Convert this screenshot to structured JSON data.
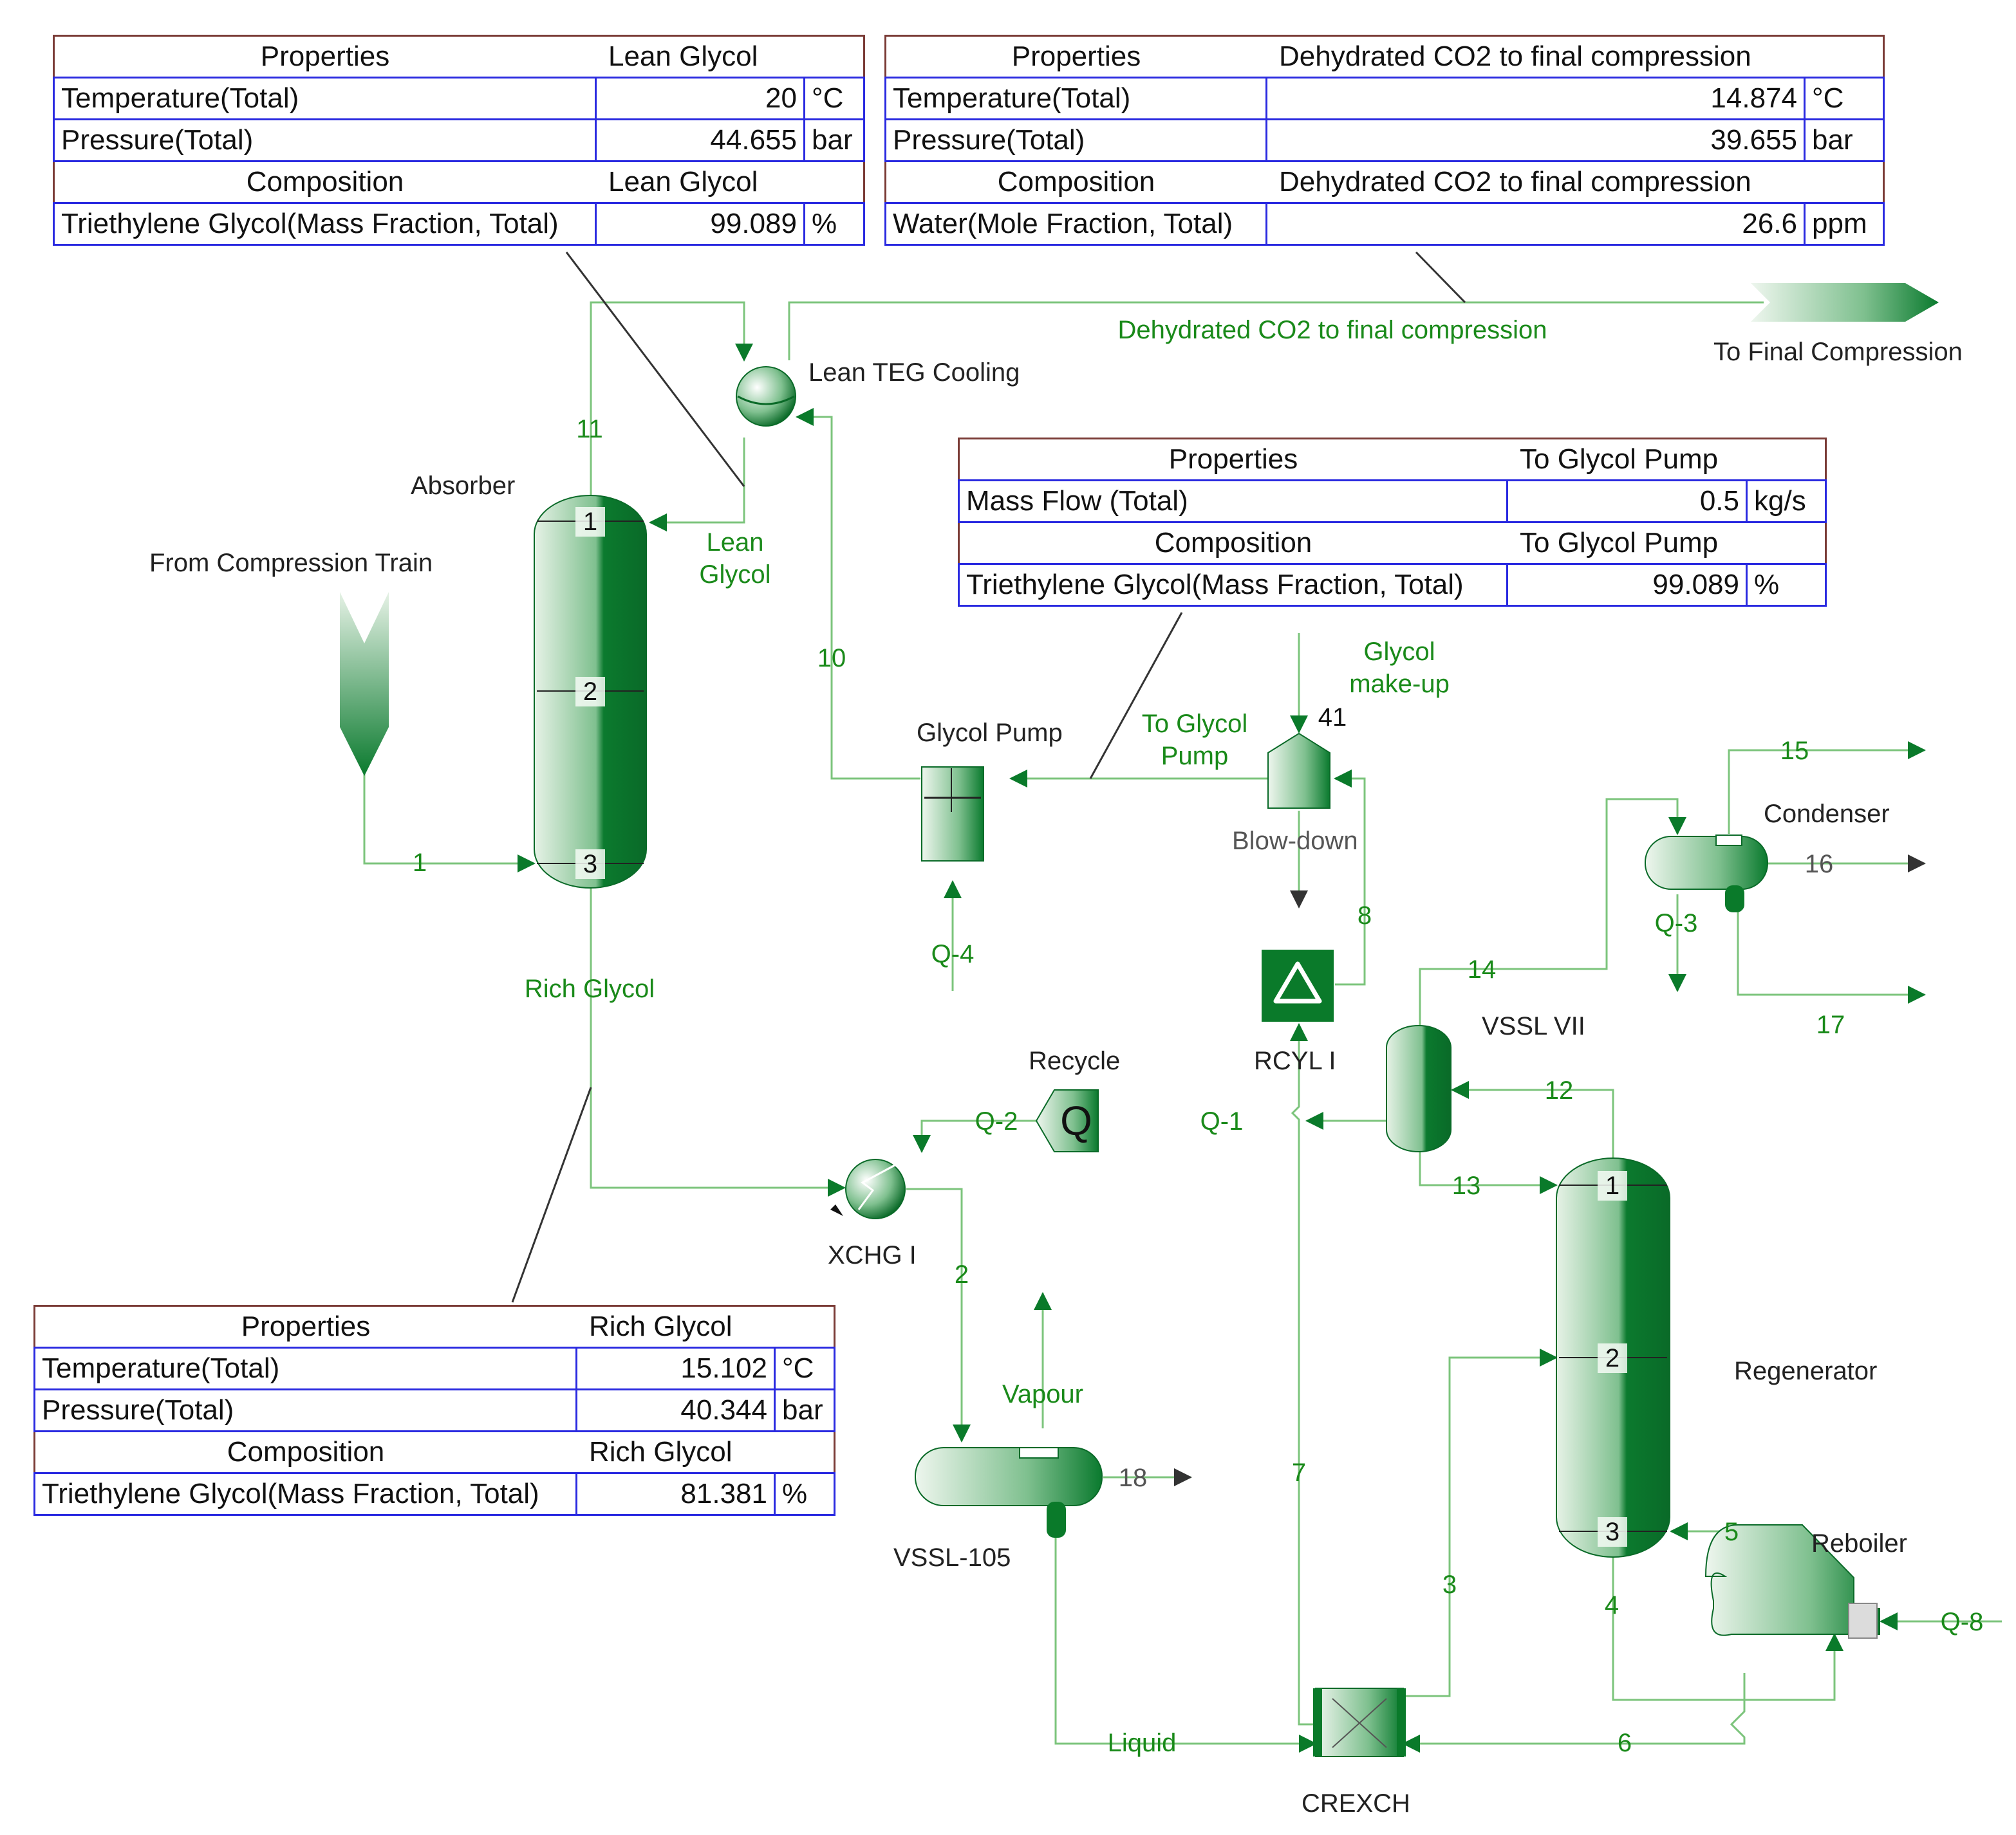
{
  "tables": {
    "lean": {
      "header_props": "Properties",
      "header_stream": "Lean Glycol",
      "rows": [
        {
          "label": "Temperature(Total)",
          "value": "20",
          "unit": "°C"
        },
        {
          "label": "Pressure(Total)",
          "value": "44.655",
          "unit": "bar"
        }
      ],
      "comp_header": "Composition",
      "comp_stream": "Lean Glycol",
      "comp_row": {
        "label": "Triethylene Glycol(Mass Fraction, Total)",
        "value": "99.089",
        "unit": "%"
      }
    },
    "dehydrated": {
      "header_props": "Properties",
      "header_stream": "Dehydrated CO2 to final compression",
      "rows": [
        {
          "label": "Temperature(Total)",
          "value": "14.874",
          "unit": "°C"
        },
        {
          "label": "Pressure(Total)",
          "value": "39.655",
          "unit": "bar"
        }
      ],
      "comp_header": "Composition",
      "comp_stream": "Dehydrated CO2 to final compression",
      "comp_row": {
        "label": "Water(Mole Fraction, Total)",
        "value": "26.6",
        "unit": "ppm"
      }
    },
    "pump": {
      "header_props": "Properties",
      "header_stream": "To Glycol Pump",
      "rows": [
        {
          "label": "Mass Flow (Total)",
          "value": "0.5",
          "unit": "kg/s"
        }
      ],
      "comp_header": "Composition",
      "comp_stream": "To Glycol Pump",
      "comp_row": {
        "label": "Triethylene Glycol(Mass Fraction, Total)",
        "value": "99.089",
        "unit": "%"
      }
    },
    "rich": {
      "header_props": "Properties",
      "header_stream": "Rich Glycol",
      "rows": [
        {
          "label": "Temperature(Total)",
          "value": "15.102",
          "unit": "°C"
        },
        {
          "label": "Pressure(Total)",
          "value": "40.344",
          "unit": "bar"
        }
      ],
      "comp_header": "Composition",
      "comp_stream": "Rich Glycol",
      "comp_row": {
        "label": "Triethylene Glycol(Mass Fraction, Total)",
        "value": "81.381",
        "unit": "%"
      }
    }
  },
  "units": {
    "absorber": "Absorber",
    "lean_teg_cooling": "Lean TEG Cooling",
    "glycol_pump": "Glycol Pump",
    "blow_down": "Blow-down",
    "rcyl": "RCYL I",
    "recycle": "Recycle",
    "recycle_symbol": "Q",
    "xchg": "XCHG I",
    "vssl_vii": "VSSL VII",
    "vssl_105": "VSSL-105",
    "condenser": "Condenser",
    "regenerator": "Regenerator",
    "reboiler": "Reboiler",
    "crexch": "CREXCH",
    "from_compression": "From Compression Train",
    "to_final": "To Final Compression"
  },
  "streams": {
    "dehydrated": "Dehydrated CO2 to final compression",
    "lean_glycol_1": "Lean",
    "lean_glycol_2": "Glycol",
    "rich_glycol": "Rich Glycol",
    "to_pump_1": "To Glycol",
    "to_pump_2": "Pump",
    "makeup_1": "Glycol",
    "makeup_2": "make-up",
    "vapour": "Vapour",
    "liquid": "Liquid",
    "s1": "1",
    "s2": "2",
    "s3": "3",
    "s4": "4",
    "s5": "5",
    "s6": "6",
    "s7": "7",
    "s8": "8",
    "s10": "10",
    "s11": "11",
    "s12": "12",
    "s13": "13",
    "s14": "14",
    "s15": "15",
    "s16": "16",
    "s17": "17",
    "s18": "18",
    "s41": "41",
    "q1": "Q-1",
    "q2": "Q-2",
    "q3": "Q-3",
    "q4": "Q-4",
    "q8": "Q-8"
  },
  "trays": {
    "abs_1": "1",
    "abs_2": "2",
    "abs_3": "3",
    "reg_1": "1",
    "reg_2": "2",
    "reg_3": "3"
  },
  "colors": {
    "stream_green": "#1a8a1a",
    "line_green": "#7cc47c",
    "equipment_dark": "#0a7a2a",
    "table_border": "#7a3b36",
    "cell_border": "#2a2ae0"
  }
}
